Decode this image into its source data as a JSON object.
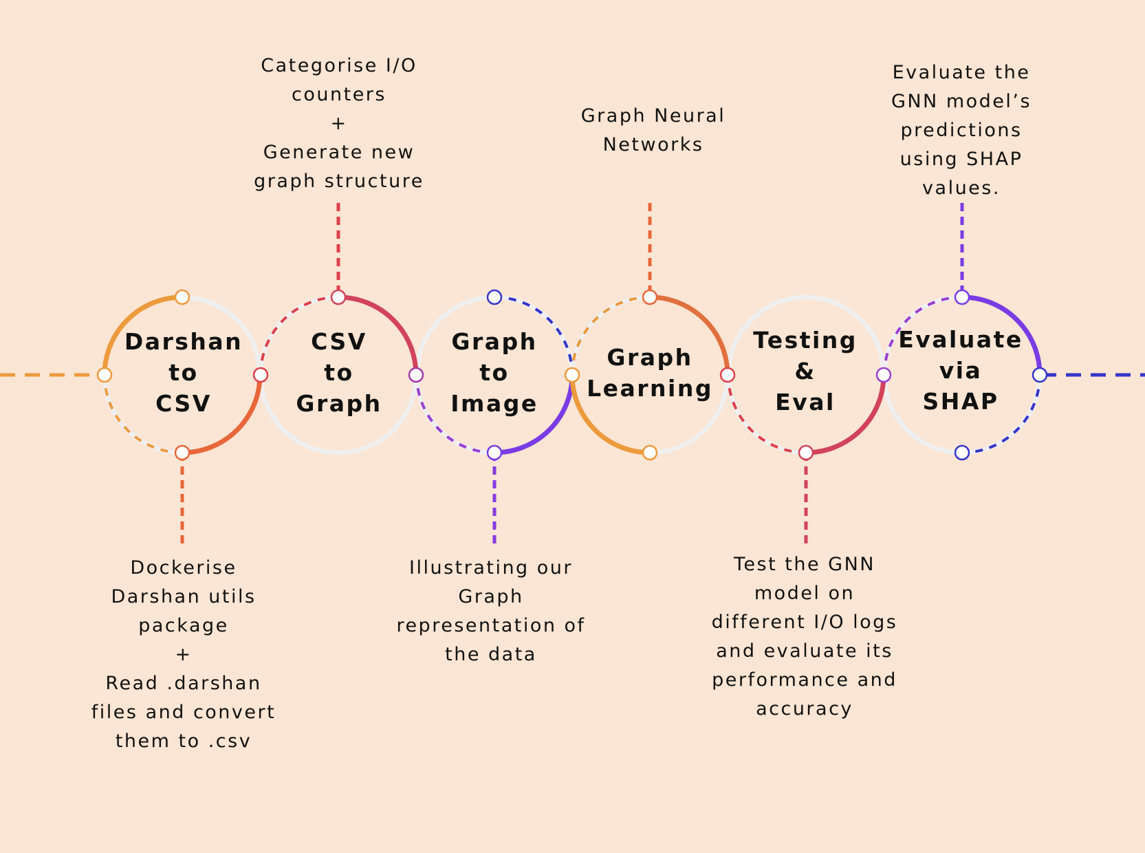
{
  "stages": [
    {
      "title": "Darshan\nto\nCSV",
      "description": "Dockerise\nDarshan utils\npackage\n+\nRead .darshan\nfiles and convert\nthem to .csv",
      "description_position": "bottom",
      "colors": {
        "solid": [
          "#ec9a3c",
          "#e8673a"
        ],
        "dashed": "#ec9a3c"
      }
    },
    {
      "title": "CSV\nto\nGraph",
      "description": "Categorise I/O\ncounters\n+\nGenerate new\ngraph structure",
      "description_position": "top",
      "colors": {
        "solid": [
          "#e8673a",
          "#d2435a"
        ],
        "dashed": "#e0404a"
      }
    },
    {
      "title": "Graph\nto\nImage",
      "description": "Illustrating our\nGraph\nrepresentation of\nthe data",
      "description_position": "bottom",
      "colors": {
        "solid": [
          "#9b3fd0",
          "#7b3be4"
        ],
        "dashed": "#3535c8"
      }
    },
    {
      "title": "Graph\nLearning",
      "description": "Graph Neural\nNetworks",
      "description_position": "top",
      "colors": {
        "solid": [
          "#e0703e",
          "#ec9a3c"
        ],
        "dashed": "#ec9a3c"
      }
    },
    {
      "title": "Testing\n&\nEval",
      "description": "Test the GNN\nmodel on\ndifferent I/O logs\nand evaluate its\nperformance and\naccuracy",
      "description_position": "bottom",
      "colors": {
        "solid": [
          "#d2435a"
        ],
        "dashed": "#e0404a"
      }
    },
    {
      "title": "Evaluate\nvia\nSHAP",
      "description": "Evaluate the\nGNN model’s\npredictions\nusing SHAP\nvalues.",
      "description_position": "top",
      "colors": {
        "solid": [
          "#7b3be4"
        ],
        "dashed": "#3535c8"
      }
    }
  ],
  "palette": {
    "background": "#fbe5d4",
    "ring_base": "#efefef",
    "incoming_line": "#ec9a3c",
    "outgoing_line": "#3535c8",
    "connectors": [
      "#e8673a",
      "#e0404a",
      "#8a3be0",
      "#e8673a",
      "#d2435a",
      "#7b3be4"
    ]
  }
}
